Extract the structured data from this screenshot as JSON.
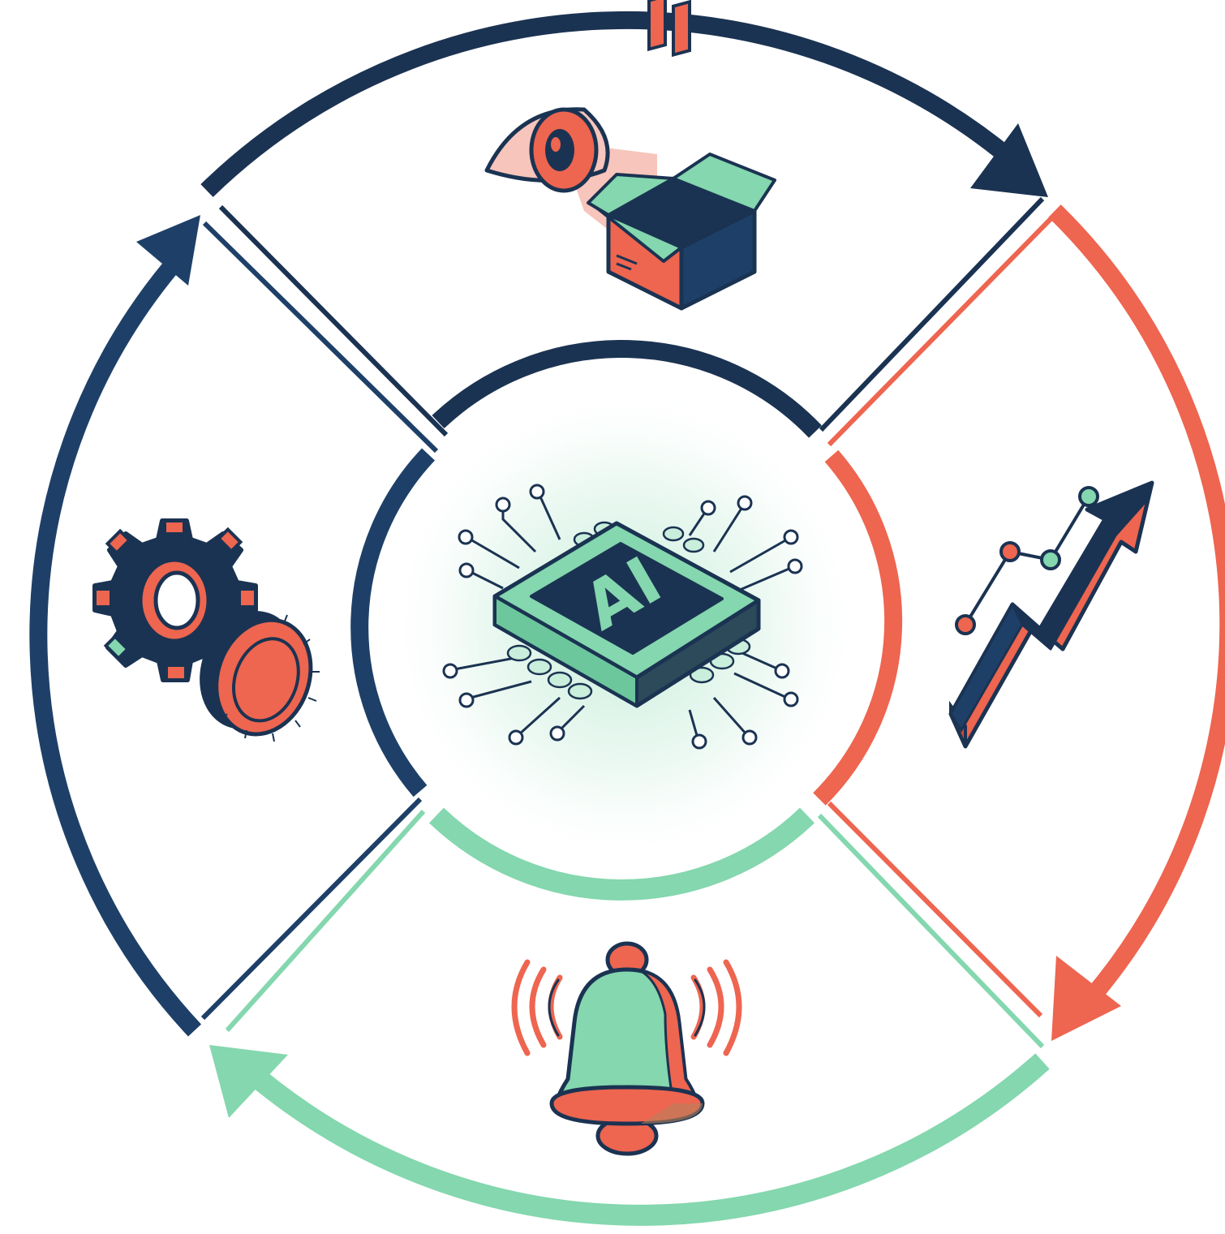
{
  "diagram": {
    "type": "cycle",
    "center": {
      "label": "AI",
      "icon": "ai-chip-icon"
    },
    "segments": [
      {
        "id": "top",
        "icon": "eye-inspecting-box-icon",
        "arc_color": "#1b3352",
        "arrow": "clockwise"
      },
      {
        "id": "right",
        "icon": "rising-chart-arrow-icon",
        "arc_color": "#ee6550",
        "arrow": "clockwise"
      },
      {
        "id": "bottom",
        "icon": "ringing-bell-icon",
        "arc_color": "#84d7ae",
        "arrow": "clockwise"
      },
      {
        "id": "left",
        "icon": "gear-and-coin-icon",
        "arc_color": "#1e4068",
        "arrow": "clockwise"
      }
    ]
  },
  "colors": {
    "navy": "#1b3352",
    "navy_light": "#1e4068",
    "coral": "#ee6550",
    "mint": "#84d7ae",
    "mint_pale": "#c9eedb",
    "pink_pale": "#f7c5bb",
    "background": "#ffffff"
  }
}
